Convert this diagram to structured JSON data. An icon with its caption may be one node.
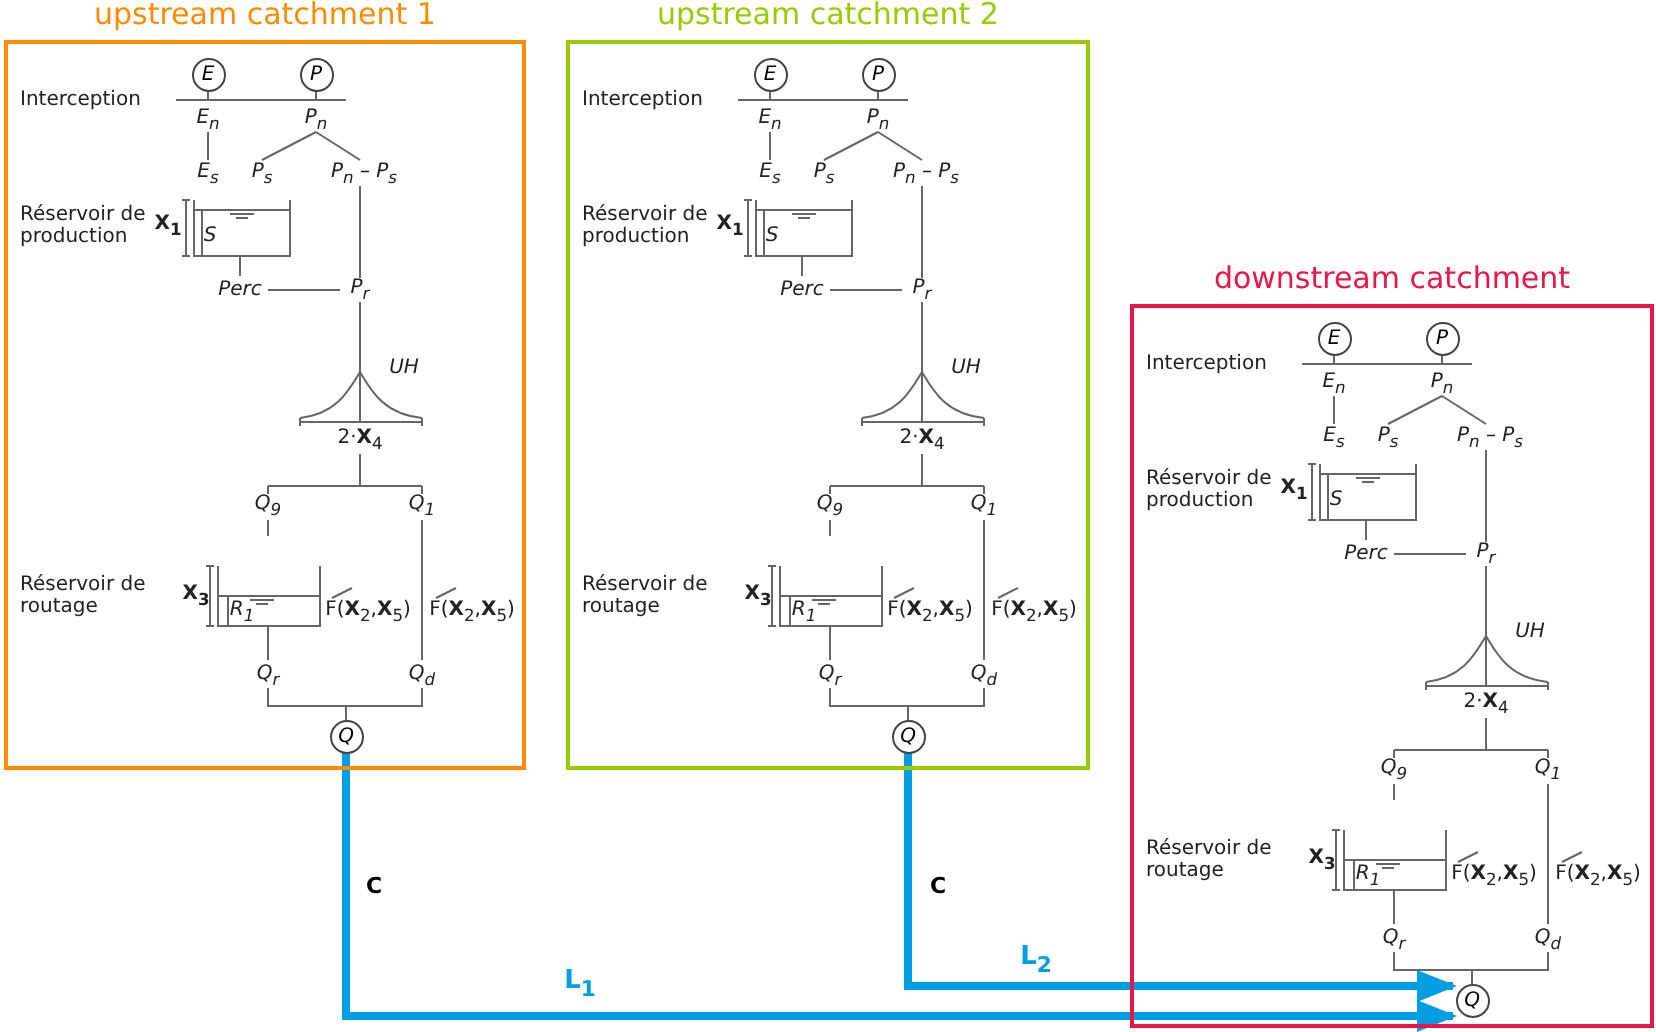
{
  "diagram": {
    "nodes": [
      {
        "text": [
          "upstream catchment 1"
        ]
      },
      {
        "text": [
          "E"
        ],
        "in": 0
      },
      {
        "text": [
          "P"
        ],
        "in": 0
      },
      {
        "text": [
          "Q"
        ],
        "in": 0
      },
      {
        "text": [
          "upstream catchment 2"
        ]
      },
      {
        "text": [
          "E"
        ],
        "in": 4
      },
      {
        "text": [
          "P"
        ],
        "in": 4
      },
      {
        "text": [
          "Q"
        ],
        "in": 4
      },
      {
        "text": [
          "downstream catchment"
        ]
      },
      {
        "text": [
          "E"
        ],
        "in": 8
      },
      {
        "text": [
          "P"
        ],
        "in": 8
      },
      {
        "text": [
          "Q"
        ],
        "in": 8
      }
    ],
    "edges": [
      {
        "from": 3,
        "to": 11,
        "arrow": "to",
        "label": "L$_{1}$"
      },
      {
        "from": 7,
        "to": 11,
        "arrow": "to",
        "label": "L$_{2}$"
      }
    ],
    "labels": [
      "Interception",
      "E$_{n}$",
      "P$_{n}$",
      "E$_{s}$",
      "P$_{s}$",
      "P$_{n}$ – P$_{s}$",
      "Réservoir de production",
      "X$_{1}$",
      "S",
      "Perc",
      "P$_{r}$",
      "UH",
      "2·**X**$_{4}$",
      "Q$_{9}$",
      "Q$_{1}$",
      "Réservoir de routage",
      "X$_{3}$",
      "R$_{1}$",
      "F(**X**$_{2}$,**X**$_{5}$)",
      "F(**X**$_{2}$,**X**$_{5}$)",
      "Q$_{r}$",
      "Q$_{d}$",
      "Interception",
      "E$_{n}$",
      "P$_{n}$",
      "E$_{s}$",
      "P$_{s}$",
      "P$_{n}$ – P$_{s}$",
      "Réservoir de production",
      "X$_{1}$",
      "S",
      "Perc",
      "P$_{r}$",
      "UH",
      "2·**X**$_{4}$",
      "Q$_{9}$",
      "Q$_{1}$",
      "Réservoir de routage",
      "X$_{3}$",
      "R$_{1}$",
      "F(**X**$_{2}$,**X**$_{5}$)",
      "F(**X**$_{2}$,**X**$_{5}$)",
      "Q$_{r}$",
      "Q$_{d}$",
      "Interception",
      "E$_{n}$",
      "P$_{n}$",
      "E$_{s}$",
      "P$_{s}$",
      "P$_{n}$ – P$_{s}$",
      "Réservoir de production",
      "X$_{1}$",
      "S",
      "Perc",
      "P$_{r}$",
      "UH",
      "2·**X**$_{4}$",
      "Q$_{9}$",
      "Q$_{1}$",
      "Réservoir de routage",
      "X$_{3}$",
      "R$_{1}$",
      "F(**X**$_{2}$,**X**$_{5}$)",
      "F(**X**$_{2}$,**X**$_{5}$)",
      "Q$_{r}$",
      "Q$_{d}$",
      "C",
      "C"
    ]
  }
}
